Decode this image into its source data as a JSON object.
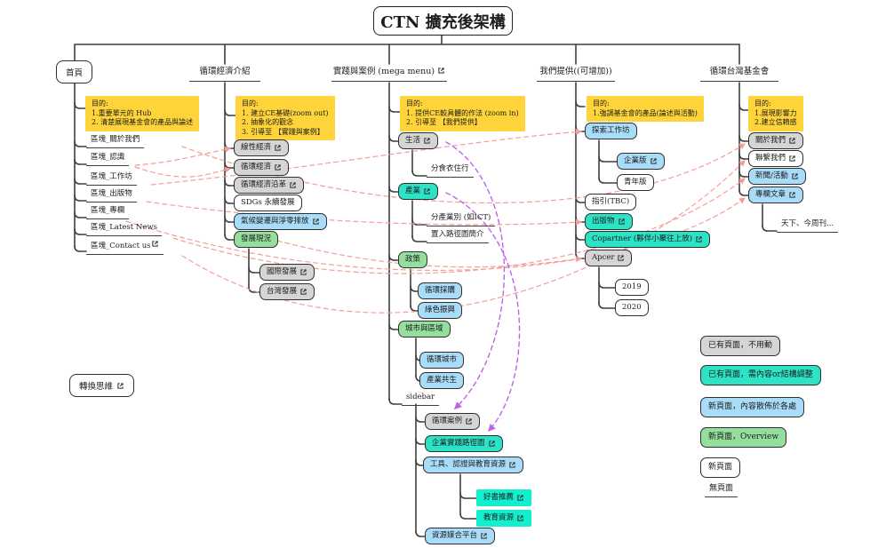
{
  "title": "CTN 擴充後架構",
  "colors": {
    "note_yellow": "#FFD43B",
    "existing_gray": "#D5D5D5",
    "adjust_teal": "#2CE3C6",
    "bright_teal": "#12EFCD",
    "new_scattered_blue": "#A9DCF8",
    "overview_green": "#95DF9E",
    "new_white": "#FFFFFF",
    "tree_line": "#3F3F3F",
    "dashed_red": "#F59E97",
    "dashed_purple": "#BC64E8"
  },
  "nodes": {
    "home": {
      "label": "首頁"
    },
    "home-note": {
      "label": "目的:\n1.重要單元的 Hub\n2. 清楚展現基金會的產品與論述"
    },
    "home-about": {
      "label": "區塊_關於我們"
    },
    "home-knows": {
      "label": "區塊_認識"
    },
    "home-workshop": {
      "label": "區塊_工作坊"
    },
    "home-publications": {
      "label": "區塊_出版物"
    },
    "home-column": {
      "label": "區塊_專欄"
    },
    "home-latest-news": {
      "label": "區塊_Latest News"
    },
    "home-contact": {
      "label": "區塊_Contact us",
      "ext": true
    },
    "mindset": {
      "label": "轉換思維",
      "ext": true
    },
    "ce-header": {
      "label": "循環經濟介紹"
    },
    "ce-note": {
      "label": "目的:\n1. 建立CE基礎(zoom out)\n2. 抽象化的觀念\n3. 引導至 【實踐與案例】"
    },
    "linear-economy": {
      "label": "線性經濟",
      "ext": true
    },
    "circular-economy": {
      "label": "循環經濟",
      "ext": true
    },
    "ce-history": {
      "label": "循環經濟沿革",
      "ext": true
    },
    "sdgs": {
      "label": "SDGs 永續發展"
    },
    "climate": {
      "label": "氣候變遷與淨零排放",
      "ext": true
    },
    "dev-status": {
      "label": "發展現況"
    },
    "intl-dev": {
      "label": "國際發展",
      "ext": true
    },
    "tw-dev": {
      "label": "台灣發展",
      "ext": true
    },
    "practice-header": {
      "label": "實踐與案例 (mega menu)",
      "ext": true
    },
    "practice-note": {
      "label": "目的:\n1. 提供CE較具體的作法 (zoom in)\n2. 引導至 【我們提供】"
    },
    "life": {
      "label": "生活",
      "ext": true
    },
    "life-items": {
      "label": "分食衣住行"
    },
    "industry": {
      "label": "產業",
      "ext": true
    },
    "industry-items": {
      "label": "分產業別 (如ICT)"
    },
    "industry-roadmap": {
      "label": "置入路徑圖簡介"
    },
    "policy": {
      "label": "政策"
    },
    "circular-procurement": {
      "label": "循環採購"
    },
    "green-recovery": {
      "label": "綠色振興"
    },
    "city-region": {
      "label": "城市與區域"
    },
    "circular-city": {
      "label": "循環城市"
    },
    "industrial-symbiosis": {
      "label": "產業共生"
    },
    "sidebar": {
      "label": "sidebar"
    },
    "circular-cases": {
      "label": "循環案例",
      "ext": true
    },
    "practice-roadmap": {
      "label": "企業實踐路徑圖",
      "ext": true
    },
    "tools-resources": {
      "label": "工具、認證與教育資源",
      "ext": true
    },
    "book-recommend": {
      "label": "好書推薦",
      "ext": true
    },
    "edu-resources": {
      "label": "教育資源",
      "ext": true
    },
    "matching-platform": {
      "label": "資源媒合平台",
      "ext": true
    },
    "offer-header": {
      "label": "我們提供((可增加))"
    },
    "offer-note": {
      "label": "目的:\n1.強調基金會的產品(論述與活動)"
    },
    "explore-workshop": {
      "label": "探索工作坊"
    },
    "corporate-version": {
      "label": "企業版",
      "ext": true
    },
    "youth-version": {
      "label": "青年版"
    },
    "guide-tbc": {
      "label": "指引(TBC)"
    },
    "publications": {
      "label": "出版物",
      "ext": true
    },
    "copartner": {
      "label": "Copartner (夥伴小聚往上放)",
      "ext": true
    },
    "apcer": {
      "label": "Apcer",
      "ext": true
    },
    "year-2019": {
      "label": "2019"
    },
    "year-2020": {
      "label": "2020"
    },
    "fdn-header": {
      "label": "循環台灣基金會"
    },
    "fdn-note": {
      "label": "目的:\n1.展現影響力\n2.建立信賴感"
    },
    "fdn-about": {
      "label": "關於我們",
      "ext": true
    },
    "fdn-contact": {
      "label": "聯繫我們",
      "ext": true
    },
    "fdn-news": {
      "label": "新聞/活動",
      "ext": true
    },
    "fdn-articles": {
      "label": "專欄文章",
      "ext": true
    },
    "media-list": {
      "label": "天下、今周刊..."
    },
    "legend-existing": {
      "label": "已有頁面，不用動"
    },
    "legend-adjust": {
      "label": "已有頁面，需內容or結構調整"
    },
    "legend-new-scattered": {
      "label": "新頁面，內容散佈於各處"
    },
    "legend-new-overview": {
      "label": "新頁面，Overview"
    },
    "legend-new": {
      "label": "新頁面"
    },
    "legend-nopage": {
      "label": "無頁面"
    }
  }
}
